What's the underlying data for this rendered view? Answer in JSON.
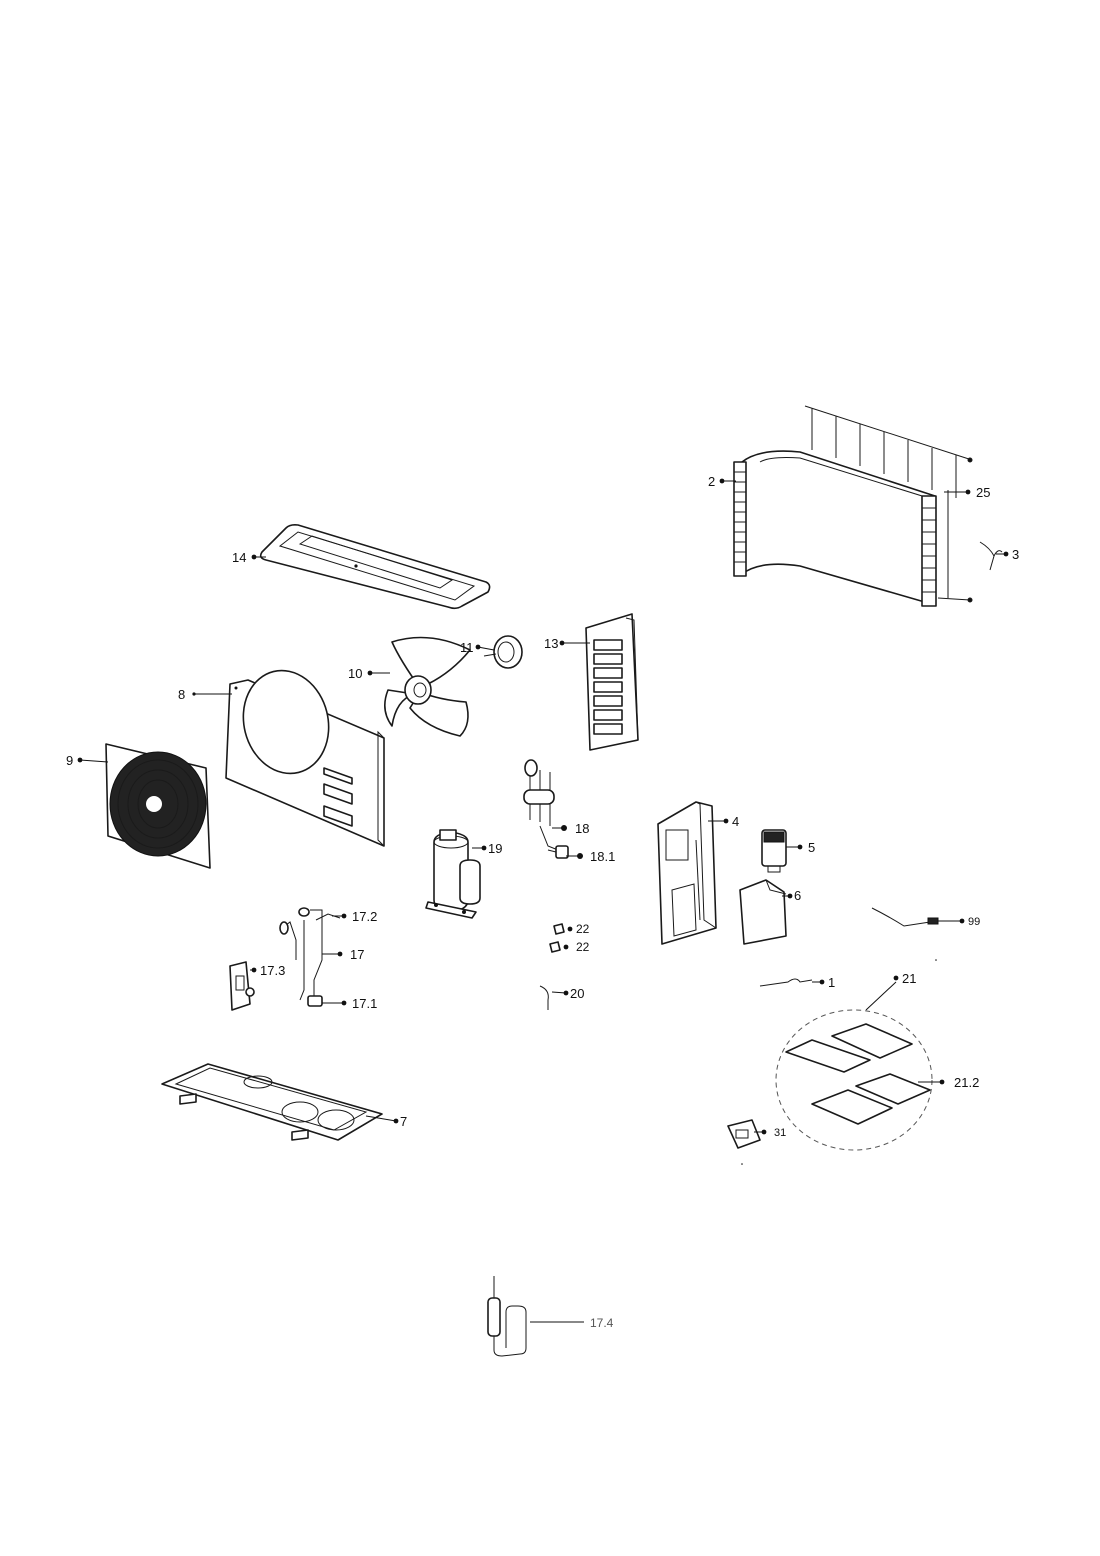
{
  "labels": {
    "p1": "1",
    "p2": "2",
    "p3": "3",
    "p4": "4",
    "p5": "5",
    "p6": "6",
    "p7": "7",
    "p8": "8",
    "p9": "9",
    "p10": "10",
    "p11": "11",
    "p13": "13",
    "p14": "14",
    "p17": "17",
    "p17_1": "17.1",
    "p17_2": "17.2",
    "p17_3": "17.3",
    "p17_4": "17.4",
    "p18": "18",
    "p18_1": "18.1",
    "p19": "19",
    "p20": "20",
    "p21": "21",
    "p21_2": "21.2",
    "p22a": "22",
    "p22b": "22",
    "p25": "25",
    "p31": "31",
    "p99": "99"
  },
  "colors": {
    "line": "#1a1a1a",
    "background": "#ffffff",
    "callout_grey": "#555555"
  }
}
